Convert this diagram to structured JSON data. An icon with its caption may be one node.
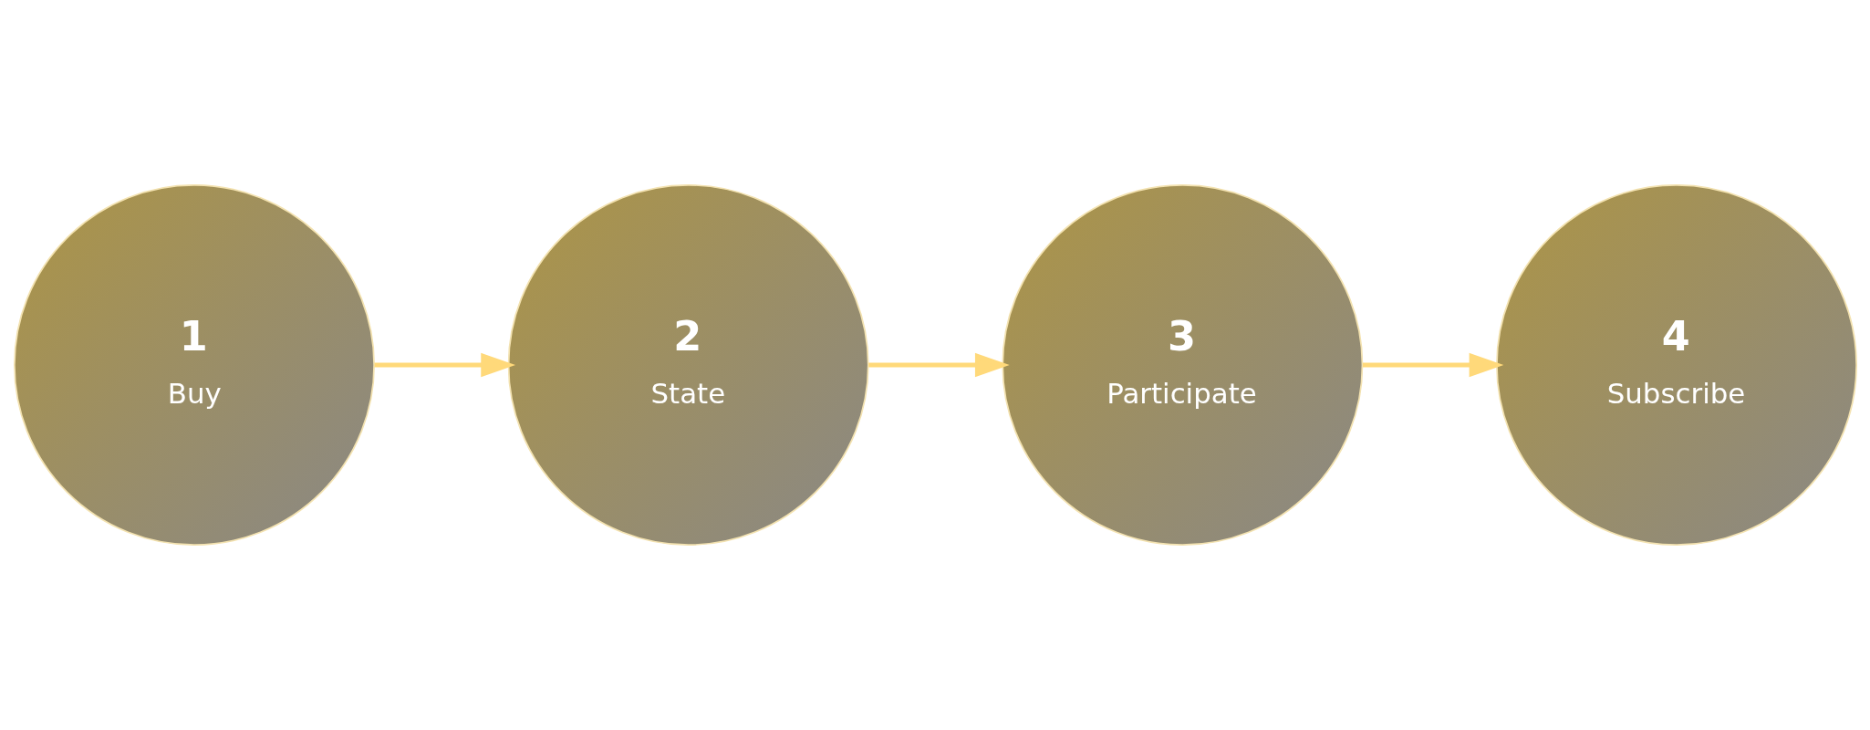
{
  "diagram": {
    "nodes": [
      {
        "text": [
          "1",
          "Buy"
        ]
      },
      {
        "text": [
          "2",
          "State"
        ]
      },
      {
        "text": [
          "3",
          "Participate"
        ]
      },
      {
        "text": [
          "4",
          "Subscribe"
        ]
      }
    ],
    "edges": [
      {
        "from": 0,
        "to": 1,
        "arrow": "to"
      },
      {
        "from": 1,
        "to": 2,
        "arrow": "to"
      },
      {
        "from": 2,
        "to": 3,
        "arrow": "to"
      }
    ]
  }
}
